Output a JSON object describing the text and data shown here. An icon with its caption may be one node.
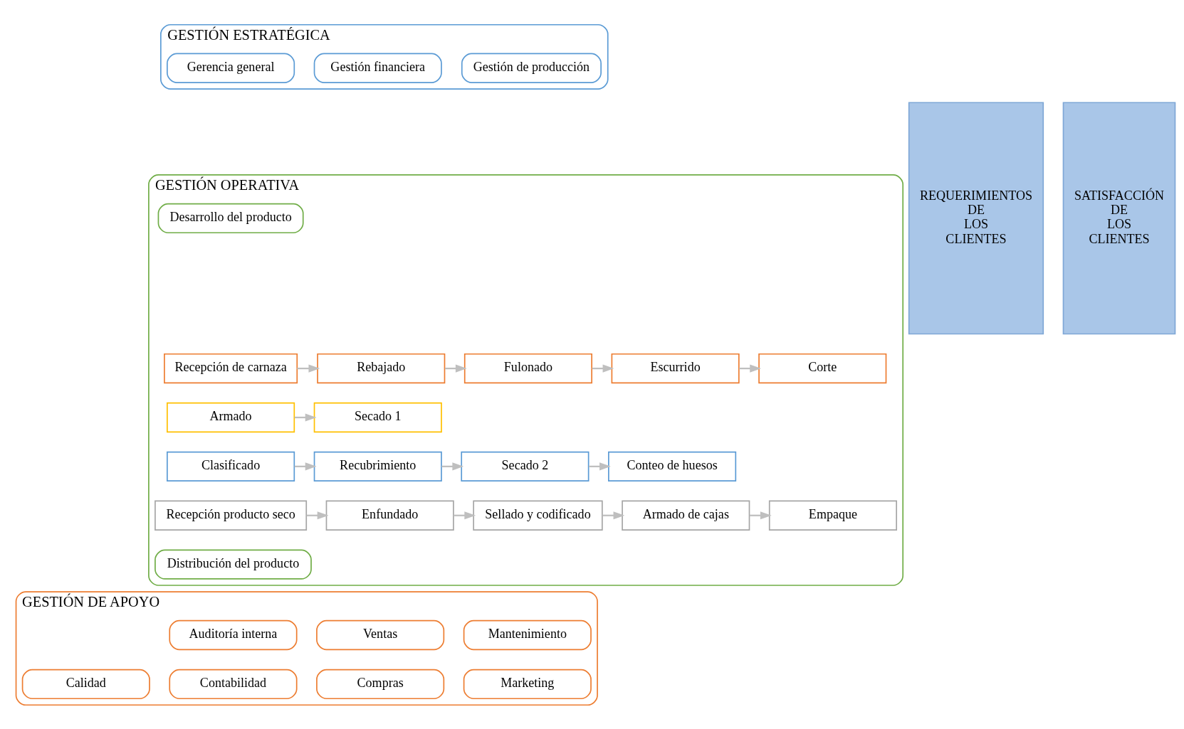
{
  "diagram": {
    "nodes": [
      {
        "text": [
          "GESTIÓN ESTRATÉGICA"
        ]
      },
      {
        "text": [
          "Gerencia general"
        ],
        "in": 0
      },
      {
        "text": [
          "Gestión financiera"
        ],
        "in": 0
      },
      {
        "text": [
          "Gestión de producción"
        ],
        "in": 0
      },
      {
        "text": [
          "GESTIÓN OPERATIVA"
        ]
      },
      {
        "text": [
          "Desarrollo del producto"
        ],
        "in": 4
      },
      {
        "text": [
          "Recepción de carnaza"
        ],
        "in": 4
      },
      {
        "text": [
          "Rebajado"
        ],
        "in": 4
      },
      {
        "text": [
          "Fulonado"
        ],
        "in": 4
      },
      {
        "text": [
          "Escurrido"
        ],
        "in": 4
      },
      {
        "text": [
          "Corte"
        ],
        "in": 4
      },
      {
        "text": [
          "Armado"
        ],
        "in": 4
      },
      {
        "text": [
          "Secado 1"
        ],
        "in": 4
      },
      {
        "text": [
          "Clasificado"
        ],
        "in": 4
      },
      {
        "text": [
          "Recubrimiento"
        ],
        "in": 4
      },
      {
        "text": [
          "Secado 2"
        ],
        "in": 4
      },
      {
        "text": [
          "Conteo de huesos"
        ],
        "in": 4
      },
      {
        "text": [
          "Recepción producto seco"
        ],
        "in": 4
      },
      {
        "text": [
          "Enfundado"
        ],
        "in": 4
      },
      {
        "text": [
          "Sellado y codificado"
        ],
        "in": 4
      },
      {
        "text": [
          "Armado de cajas"
        ],
        "in": 4
      },
      {
        "text": [
          "Empaque"
        ],
        "in": 4
      },
      {
        "text": [
          "Distribución del producto"
        ],
        "in": 4
      },
      {
        "text": [
          "GESTIÓN DE APOYO"
        ]
      },
      {
        "text": [
          "Auditoría interna"
        ],
        "in": 23
      },
      {
        "text": [
          "Ventas"
        ],
        "in": 23
      },
      {
        "text": [
          "Mantenimiento"
        ],
        "in": 23
      },
      {
        "text": [
          "Marketing"
        ],
        "in": 23
      },
      {
        "text": [
          "Compras"
        ],
        "in": 23
      },
      {
        "text": [
          "Contabilidad"
        ],
        "in": 23
      },
      {
        "text": [
          "Calidad"
        ],
        "in": 23
      },
      {
        "text": [
          "REQUERIMIENTOS DE LOS CLIENTES"
        ]
      },
      {
        "text": [
          "SATISFACCIÓN DE LOS CLIENTES"
        ]
      }
    ],
    "edges": [
      {
        "from": 6,
        "to": 7,
        "arrow": "to"
      },
      {
        "from": 7,
        "to": 8,
        "arrow": "to"
      },
      {
        "from": 8,
        "to": 9,
        "arrow": "to"
      },
      {
        "from": 9,
        "to": 10,
        "arrow": "to"
      },
      {
        "from": 11,
        "to": 12,
        "arrow": "to"
      },
      {
        "from": 13,
        "to": 14,
        "arrow": "to"
      },
      {
        "from": 14,
        "to": 15,
        "arrow": "to"
      },
      {
        "from": 15,
        "to": 16,
        "arrow": "to"
      },
      {
        "from": 17,
        "to": 18,
        "arrow": "to"
      },
      {
        "from": 18,
        "to": 19,
        "arrow": "to"
      },
      {
        "from": 19,
        "to": 20,
        "arrow": "to"
      },
      {
        "from": 20,
        "to": 21,
        "arrow": "to"
      }
    ]
  }
}
